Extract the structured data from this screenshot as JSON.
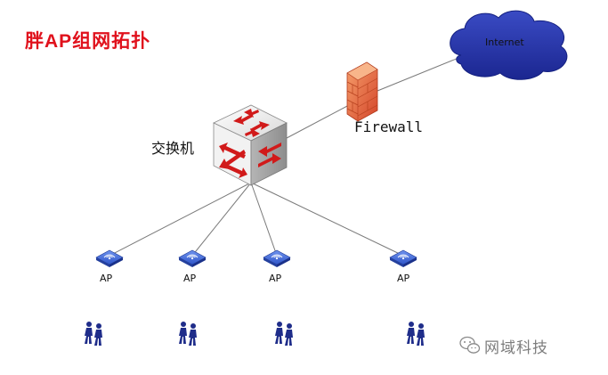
{
  "title": "胖AP组网拓扑",
  "nodes": {
    "internet": "Internet",
    "firewall": "Firewall",
    "switch": "交换机",
    "aps": [
      "AP",
      "AP",
      "AP",
      "AP"
    ]
  },
  "watermark": {
    "text": "网域科技",
    "icon": "wechat-icon"
  },
  "colors": {
    "title": "#e0111c",
    "cloud": "#2233a8",
    "ap": "#2f55c8",
    "users": "#1f2d8a",
    "firewall": "#e86a3a"
  }
}
